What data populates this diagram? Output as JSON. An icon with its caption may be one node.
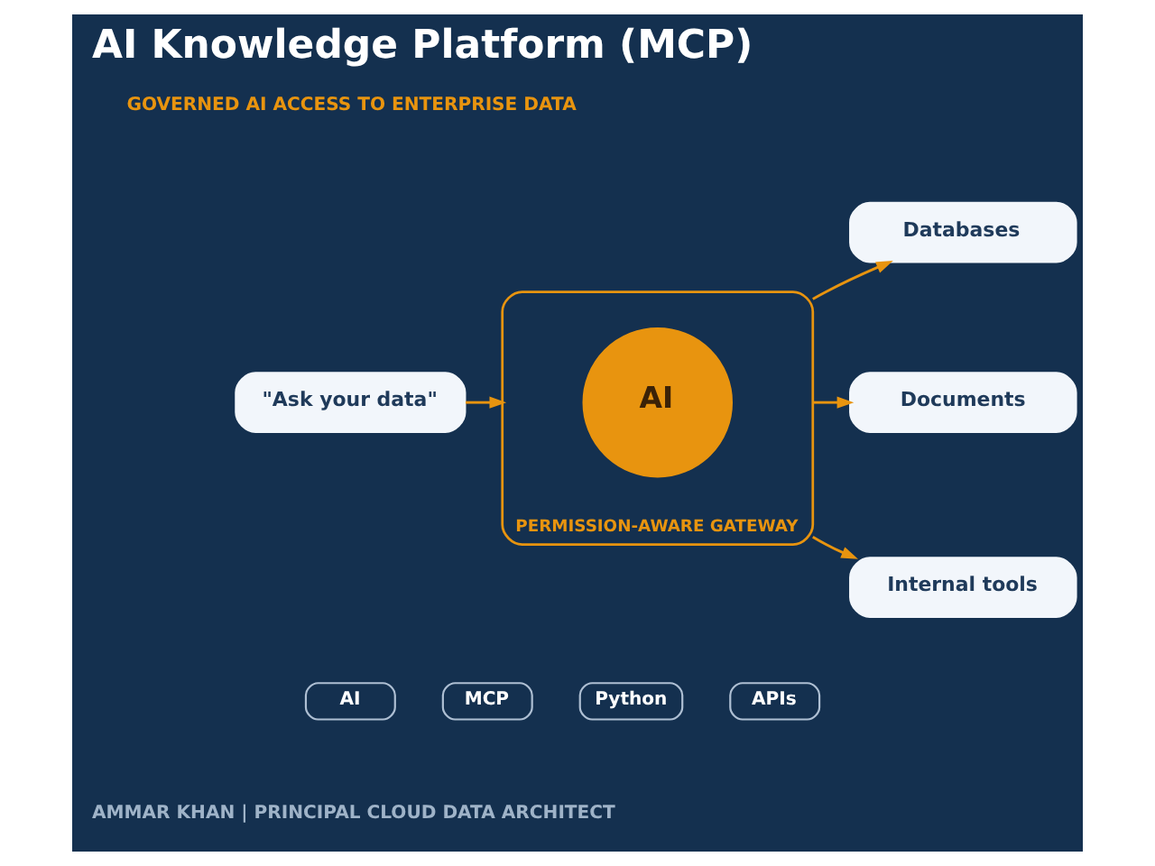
{
  "diagram": {
    "title": "AI Knowledge Platform (MCP)",
    "nodes": [
      {
        "text": [
          "\"Ask your data\""
        ]
      },
      {
        "text": [
          "PERMISSION-AWARE GATEWAY"
        ]
      },
      {
        "text": [
          "AI"
        ],
        "in": 1
      },
      {
        "text": [
          "Databases"
        ]
      },
      {
        "text": [
          "Documents"
        ]
      },
      {
        "text": [
          "Internal tools"
        ]
      },
      {
        "text": [
          "AI"
        ]
      },
      {
        "text": [
          "MCP"
        ]
      },
      {
        "text": [
          "Python"
        ]
      },
      {
        "text": [
          "APIs"
        ]
      }
    ],
    "edges": [
      {
        "from": 0,
        "to": 1,
        "arrow": "to"
      },
      {
        "from": 1,
        "to": 3,
        "arrow": "to"
      },
      {
        "from": 1,
        "to": 4,
        "arrow": "to"
      },
      {
        "from": 1,
        "to": 5,
        "arrow": "to"
      }
    ],
    "labels": [
      "GOVERNED AI ACCESS TO ENTERPRISE DATA",
      "AMMAR KHAN | PRINCIPAL CLOUD DATA ARCHITECT"
    ]
  }
}
